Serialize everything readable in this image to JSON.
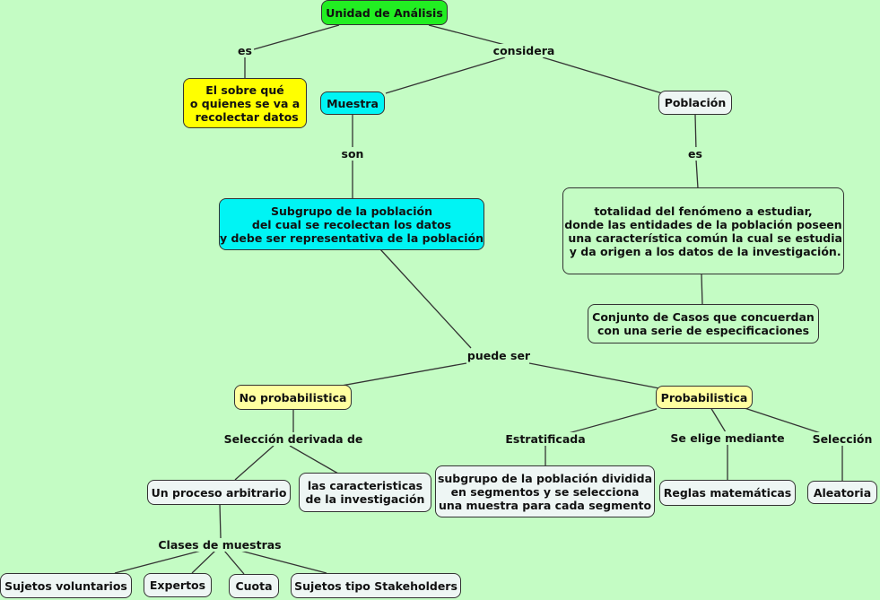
{
  "nodes": {
    "unidad": "Unidad de Análisis",
    "sobre": "El sobre qué\no quienes se va a\n recolectar datos",
    "muestra": "Muestra",
    "poblacion": "Población",
    "subgrupo": "Subgrupo de la población\ndel cual se recolectan los datos\ny debe ser representativa de la población",
    "totalidad": "totalidad del fenómeno a estudiar,\ndonde las entidades de la población poseen\n una característica común la cual se estudia\n y da origen a los datos de la investigación.",
    "conjunto": "Conjunto de Casos que concuerdan\ncon una serie de especificaciones",
    "no_prob": "No probabilistica",
    "prob": "Probabilistica",
    "proceso": "Un proceso arbitrario",
    "caracteristicas": "las caracteristicas\nde la investigación",
    "subgrupo_estrat": "subgrupo de la población dividida\nen segmentos y se selecciona\nuna muestra para cada segmento",
    "reglas": "Reglas matemáticas",
    "aleatoria": "Aleatoria",
    "voluntarios": "Sujetos voluntarios",
    "expertos": "Expertos",
    "cuota": "Cuota",
    "stakeholders": "Sujetos tipo Stakeholders"
  },
  "links": {
    "es1": "es",
    "considera": "considera",
    "son": "son",
    "es2": "es",
    "puede_ser": "puede ser",
    "seleccion_derivada": "Selección derivada de",
    "estratificada": "Estratificada",
    "se_elige": "Se elige mediante",
    "seleccion": "Selección",
    "clases": "Clases de muestras"
  }
}
